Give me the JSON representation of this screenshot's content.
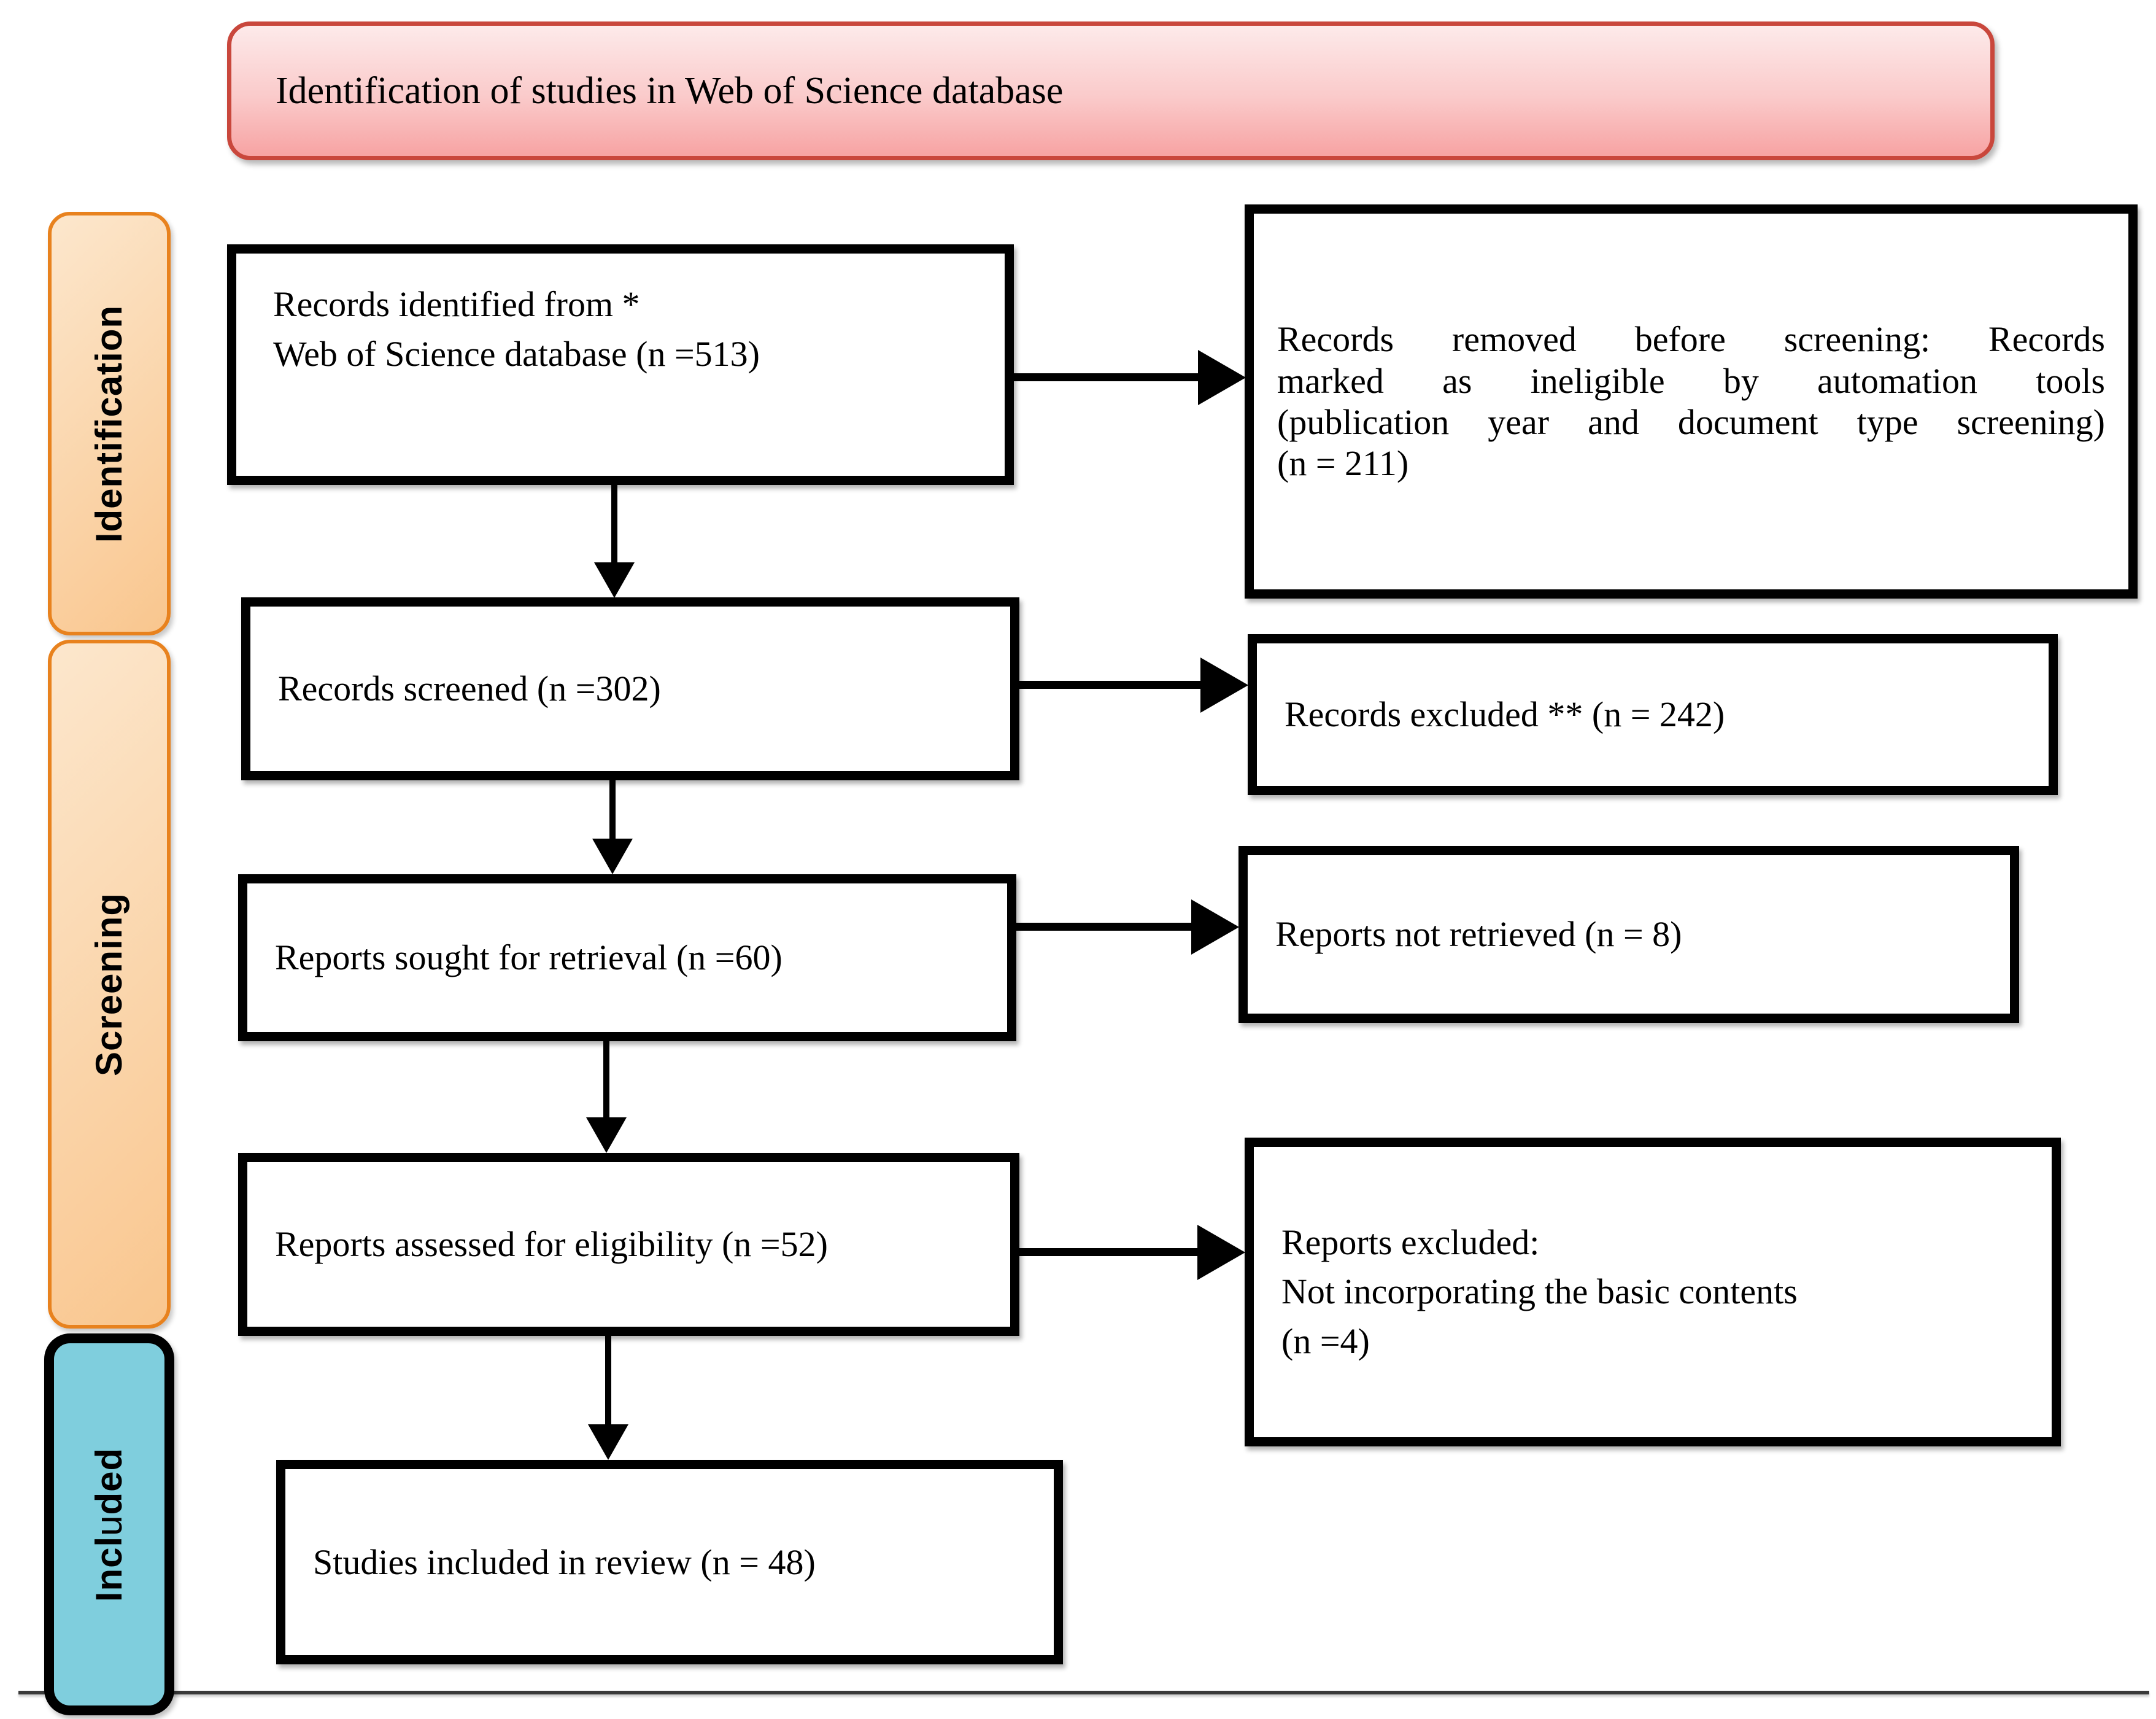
{
  "title": {
    "text": "Identification of studies in Web of Science database"
  },
  "sidebar": {
    "identification": {
      "label": "Identification"
    },
    "screening": {
      "label": "Screening"
    },
    "included": {
      "parts": [
        "Incl",
        "u",
        "ded"
      ]
    }
  },
  "flow": {
    "identified": {
      "lines": [
        "Records identified from *",
        "Web of Science database (n =513)"
      ]
    },
    "screened": {
      "text": "Records screened (n =302)"
    },
    "sought": {
      "text": "Reports sought for retrieval (n =60)"
    },
    "assessed": {
      "text": "Reports assessed for eligibility (n =52)"
    },
    "included_review": {
      "text": "Studies included in review (n = 48)"
    }
  },
  "exclusions": {
    "removed": {
      "lines": [
        "Records removed before screening: Records",
        "marked as ineligible by automation tools",
        "(publication year and document type screening)",
        "(n = 211)"
      ]
    },
    "excluded": {
      "text": "Records excluded ** (n = 242)"
    },
    "not_retrieved": {
      "text": "Reports not retrieved (n = 8)"
    },
    "reports_excluded": {
      "lines": [
        "Reports excluded:",
        "Not incorporating the basic contents",
        "(n =4)"
      ]
    }
  },
  "colors": {
    "title_border": "#C9473C",
    "title_bg_top": "#FDEAEA",
    "title_bg_bottom": "#F7A3A3",
    "stage_orange_border": "#E8821E",
    "stage_orange_bg_top": "#FCE7CD",
    "stage_orange_bg_bottom": "#F9C68E",
    "stage_cyan_bg": "#7FCEDD",
    "box_border": "#000000",
    "text_color": "#000000",
    "rule_color": "#3A3A3A"
  }
}
